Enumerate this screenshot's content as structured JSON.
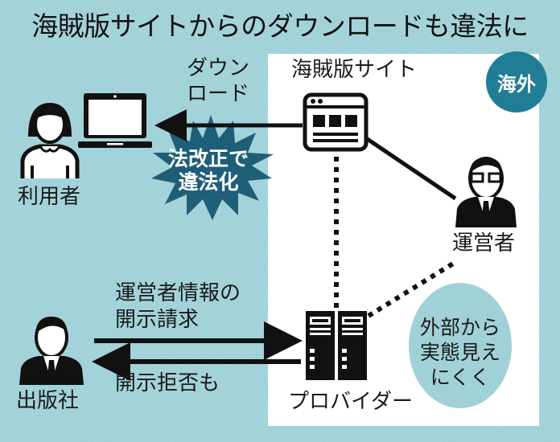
{
  "title": "海賊版サイトからのダウンロードも違法に",
  "region_badge": "海外",
  "colors": {
    "background": "#a0d1d8",
    "panel": "#ffffff",
    "badge": "#1f7d96",
    "burst": "#1e5f77",
    "ink": "#111111"
  },
  "nodes": {
    "user": {
      "label": "利用者",
      "icon": "woman-user-icon"
    },
    "laptop": {
      "icon": "laptop-icon"
    },
    "pirate_site": {
      "label": "海賊版サイト",
      "icon": "browser-window-icon"
    },
    "operator": {
      "label": "運営者",
      "icon": "man-with-glasses-icon"
    },
    "publisher": {
      "label": "出版社",
      "icon": "businessman-icon"
    },
    "provider": {
      "label": "プロバイダー",
      "icon": "server-icon"
    }
  },
  "edges": {
    "download": {
      "line1": "ダウン",
      "line2": "ロード"
    },
    "disclosure_request": {
      "line1": "運営者情報の",
      "line2": "開示請求"
    },
    "disclosure_refusal": "開示拒否も"
  },
  "burst": {
    "line1": "法改正で",
    "line2": "違法化"
  },
  "bubble": {
    "line1": "外部から",
    "line2": "実態見え",
    "line3": "にくく"
  }
}
